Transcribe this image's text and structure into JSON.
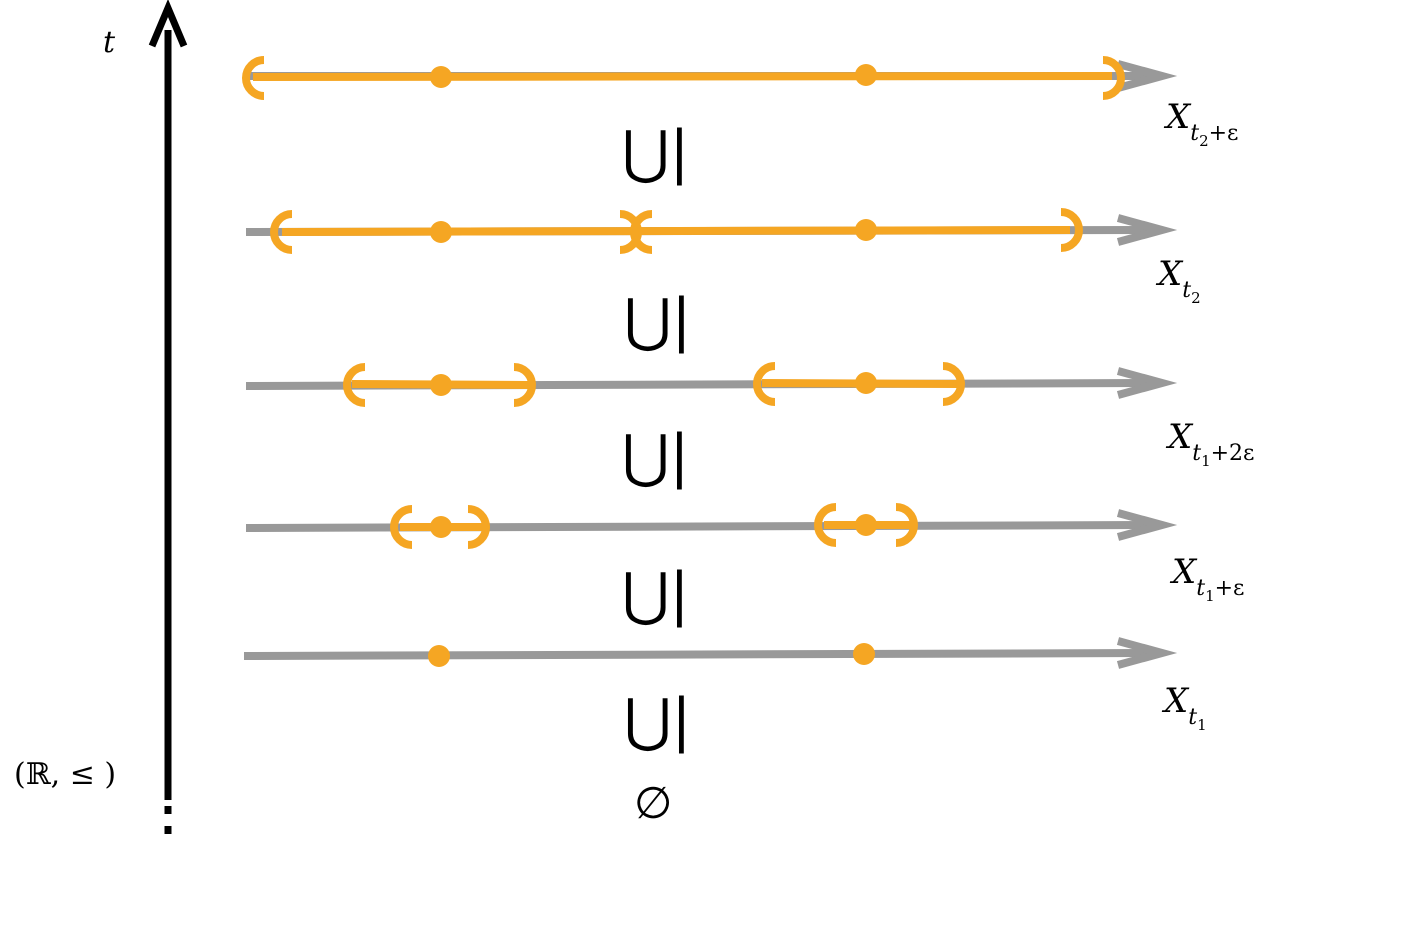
{
  "colors": {
    "axis": "#000000",
    "line": "#999999",
    "interval": "#F5A623",
    "point": "#F5A623"
  },
  "axis": {
    "var": "t",
    "poset": "(ℝ, ≤ )"
  },
  "subset_symbol": "⋃|",
  "empty_set": "∅",
  "levels": [
    {
      "name": "X",
      "sub": "t",
      "subsub": "2",
      "suffix": "+ε"
    },
    {
      "name": "X",
      "sub": "t",
      "subsub": "2",
      "suffix": ""
    },
    {
      "name": "X",
      "sub": "t",
      "subsub": "1",
      "suffix": "+2ε"
    },
    {
      "name": "X",
      "sub": "t",
      "subsub": "1",
      "suffix": "+ε"
    },
    {
      "name": "X",
      "sub": "t",
      "subsub": "1",
      "suffix": ""
    }
  ]
}
